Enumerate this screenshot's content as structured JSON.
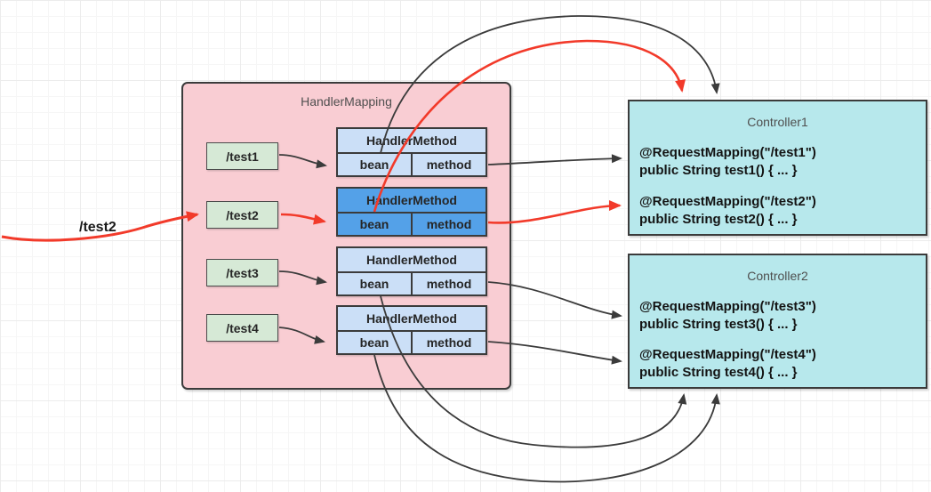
{
  "canvas": {
    "request_label": "/test2"
  },
  "handler_mapping": {
    "title": "HandlerMapping",
    "paths": [
      {
        "label": "/test1"
      },
      {
        "label": "/test2"
      },
      {
        "label": "/test3"
      },
      {
        "label": "/test4"
      }
    ],
    "handler_methods": [
      {
        "header": "HandlerMethod",
        "bean": "bean",
        "method": "method",
        "highlighted": false
      },
      {
        "header": "HandlerMethod",
        "bean": "bean",
        "method": "method",
        "highlighted": true
      },
      {
        "header": "HandlerMethod",
        "bean": "bean",
        "method": "method",
        "highlighted": false
      },
      {
        "header": "HandlerMethod",
        "bean": "bean",
        "method": "method",
        "highlighted": false
      }
    ]
  },
  "controllers": [
    {
      "title": "Controller1",
      "methods": [
        {
          "annotation": "@RequestMapping(\"/test1\")",
          "signature": "public String test1() { ... }"
        },
        {
          "annotation": "@RequestMapping(\"/test2\")",
          "signature": "public String test2() { ... }"
        }
      ]
    },
    {
      "title": "Controller2",
      "methods": [
        {
          "annotation": "@RequestMapping(\"/test3\")",
          "signature": "public String test3() { ... }"
        },
        {
          "annotation": "@RequestMapping(\"/test4\")",
          "signature": "public String test4() { ... }"
        }
      ]
    }
  ],
  "colors": {
    "pink": "#f9cdd3",
    "green": "#d6e9d6",
    "light_blue": "#cbdff7",
    "highlight_blue": "#54a1e8",
    "cyan": "#b7e8ec",
    "red": "#f23a2a",
    "stroke": "#3b3b3b"
  }
}
